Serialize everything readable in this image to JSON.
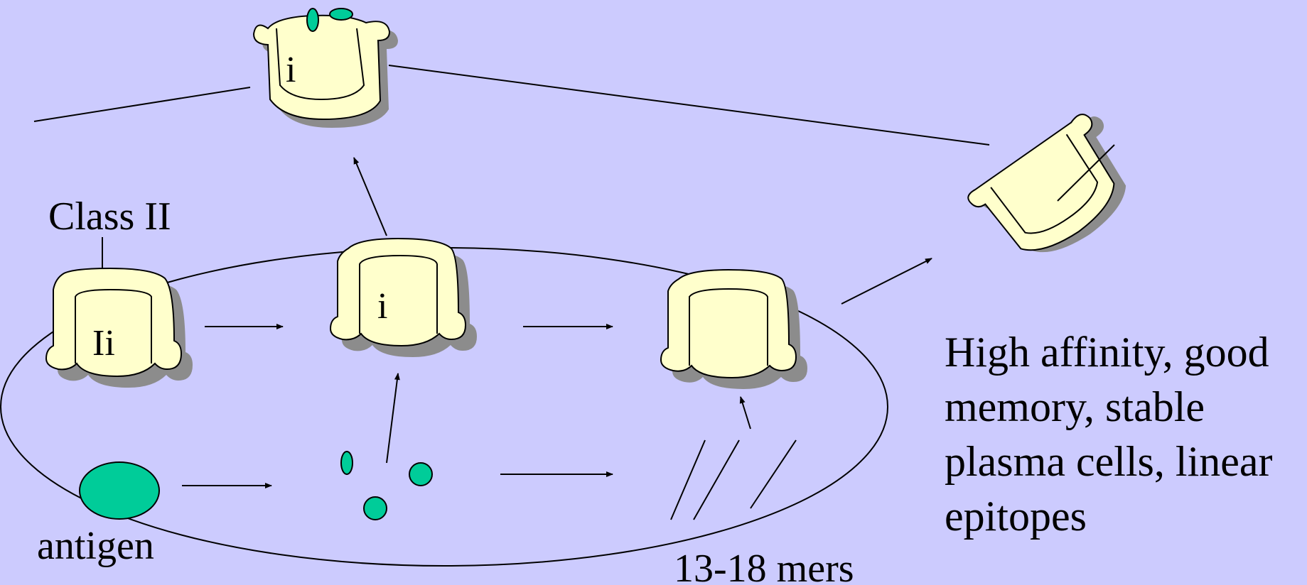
{
  "colors": {
    "background": "#cccbfe",
    "molecule_fill": "#ffffcc",
    "molecule_shadow": "#8c8c8c",
    "antigen_fill": "#00cc99",
    "stroke": "#000000"
  },
  "labels": {
    "class_ii": "Class II",
    "invariant_chain": "Ii",
    "invariant_fragment_center": "i",
    "invariant_fragment_top": "i",
    "antigen": "antigen",
    "peptide_length": "13-18 mers"
  },
  "description": {
    "line1": "High affinity, good",
    "line2": "memory, stable",
    "line3": "plasma cells, linear",
    "line4": "epitopes"
  }
}
